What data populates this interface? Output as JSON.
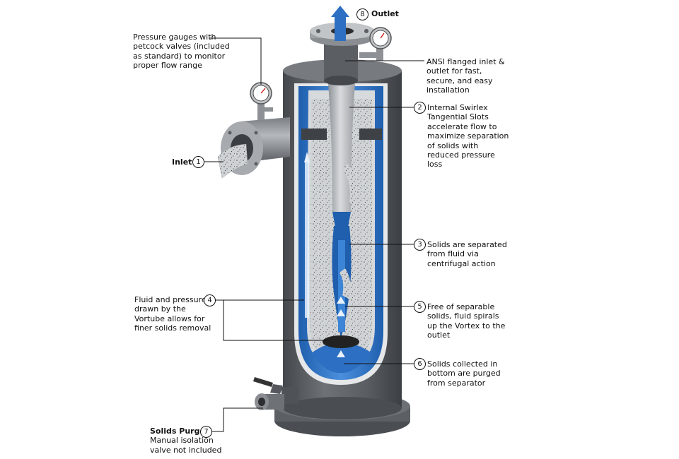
{
  "callouts": {
    "outlet": {
      "number": "8",
      "title": "Outlet"
    },
    "gauges": {
      "lines": [
        "Pressure gauges with",
        "petcock valves (included",
        "as standard) to monitor",
        "proper flow range"
      ]
    },
    "flanged": {
      "lines": [
        "ANSI flanged inlet &",
        "outlet for fast,",
        "secure, and easy",
        "installation"
      ]
    },
    "inlet": {
      "number": "1",
      "title": "Inlet"
    },
    "swirlex": {
      "number": "2",
      "lines": [
        "Internal Swirlex",
        "Tangential Slots",
        "accelerate flow to",
        "maximize separation",
        "of solids with",
        "reduced pressure",
        "loss"
      ]
    },
    "separated": {
      "number": "3",
      "lines": [
        "Solids are separated",
        "from fluid via",
        "centrifugal action"
      ]
    },
    "vortube": {
      "number": "4",
      "lines": [
        "Fluid and pressure",
        "drawn by the",
        "Vortube allows for",
        "finer solids removal"
      ]
    },
    "vortex": {
      "number": "5",
      "lines": [
        "Free of separable",
        "solids, fluid spirals",
        "up the Vortex to the",
        "outlet"
      ]
    },
    "collected": {
      "number": "6",
      "lines": [
        "Solids collected in",
        "bottom are purged",
        "from separator"
      ]
    },
    "purge": {
      "number": "7",
      "title": "Solids Purge",
      "lines": [
        "Manual isolation",
        "valve not included"
      ]
    }
  },
  "colors": {
    "shell": "#5b5f63",
    "water": "#2d6fc2",
    "interior": "#c9ccd0",
    "leader": "#111111"
  }
}
